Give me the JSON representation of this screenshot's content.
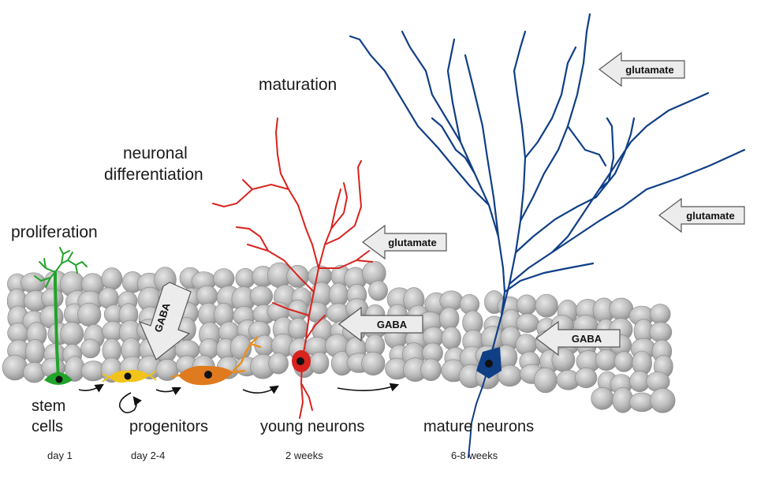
{
  "stages": {
    "proliferation": "proliferation",
    "differentiation_line1": "neuronal",
    "differentiation_line2": "differentiation",
    "maturation": "maturation"
  },
  "cells": {
    "stem_line1": "stem",
    "stem_line2": "cells",
    "progenitors": "progenitors",
    "young": "young neurons",
    "mature": "mature neurons"
  },
  "timeline": {
    "t1": "day 1",
    "t2": "day 2-4",
    "t3": "2 weeks",
    "t4": "6-8 weeks"
  },
  "inputs": {
    "gaba_progenitor": "GABA",
    "gaba_young": "GABA",
    "gaba_mature": "GABA",
    "glutamate_young": "glutamate",
    "glutamate_mature_top": "glutamate",
    "glutamate_mature_right": "glutamate"
  },
  "colors": {
    "stem": "#22a32a",
    "progenitor": "#f2c41a",
    "progenitor2": "#e07a1e",
    "young": "#d8231e",
    "mature": "#103f86",
    "tissue": "#b9b9b9",
    "arrow_fill": "#ececec"
  }
}
